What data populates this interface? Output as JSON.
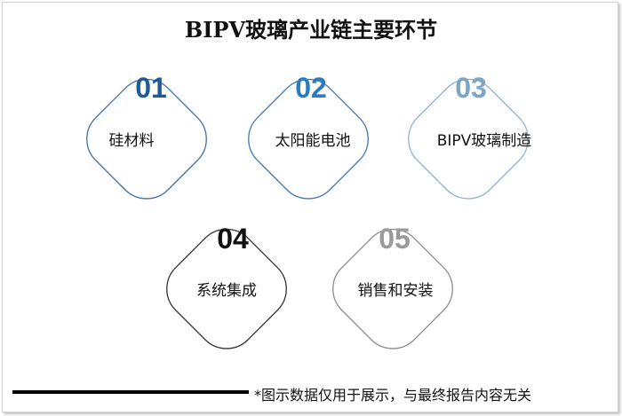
{
  "title": "BIPV玻璃产业链主要环节",
  "steps": [
    {
      "number": "01",
      "label": "硅材料",
      "color": "#1f5a93",
      "stroke": "#3f6fb0"
    },
    {
      "number": "02",
      "label": "太阳能电池",
      "color": "#2a7bbf",
      "stroke": "#3f78b8"
    },
    {
      "number": "03",
      "label": "BIPV玻璃制造",
      "color": "#7fa5c6",
      "stroke": "#8fb2d2"
    },
    {
      "number": "04",
      "label": "系统集成",
      "color": "#111111",
      "stroke": "#333333"
    },
    {
      "number": "05",
      "label": "销售和安装",
      "color": "#9a9a9a",
      "stroke": "#8c8c8c"
    }
  ],
  "footer": "*图示数据仅用于展示，与最终报告内容无关"
}
